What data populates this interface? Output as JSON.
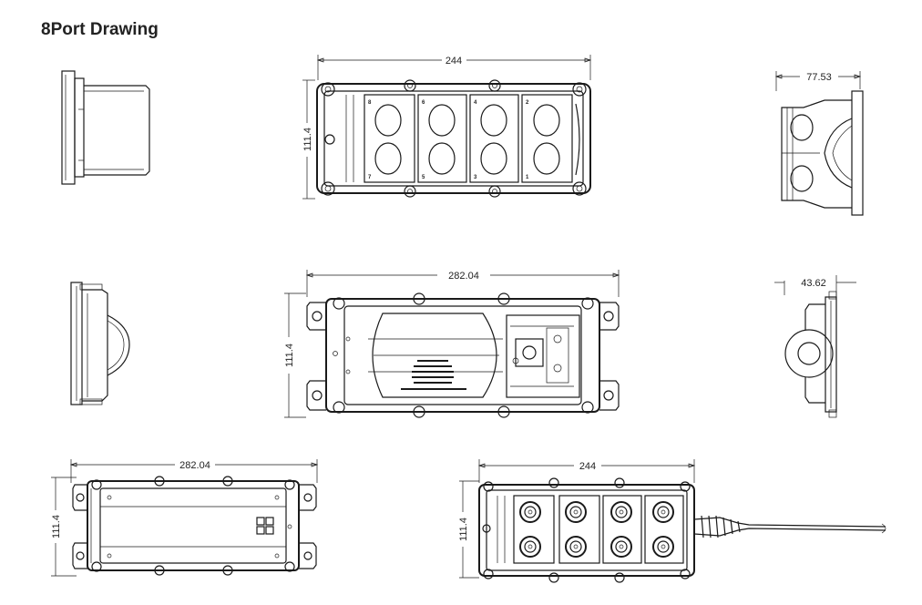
{
  "page": {
    "title": "8Port Drawing"
  },
  "dimensions": {
    "top_front_width": "244",
    "top_front_height": "111.4",
    "top_side_depth": "77.53",
    "mid_back_width": "282.04",
    "mid_back_height": "111.4",
    "mid_side_depth": "43.62",
    "bottom_back_width": "282.04",
    "bottom_back_height": "111.4",
    "bottom_front_width": "244",
    "bottom_front_height": "111.4"
  },
  "port_numbers": {
    "top_row": [
      "8",
      "6",
      "4",
      "2"
    ],
    "bottom_row": [
      "7",
      "5",
      "3",
      "1"
    ]
  }
}
